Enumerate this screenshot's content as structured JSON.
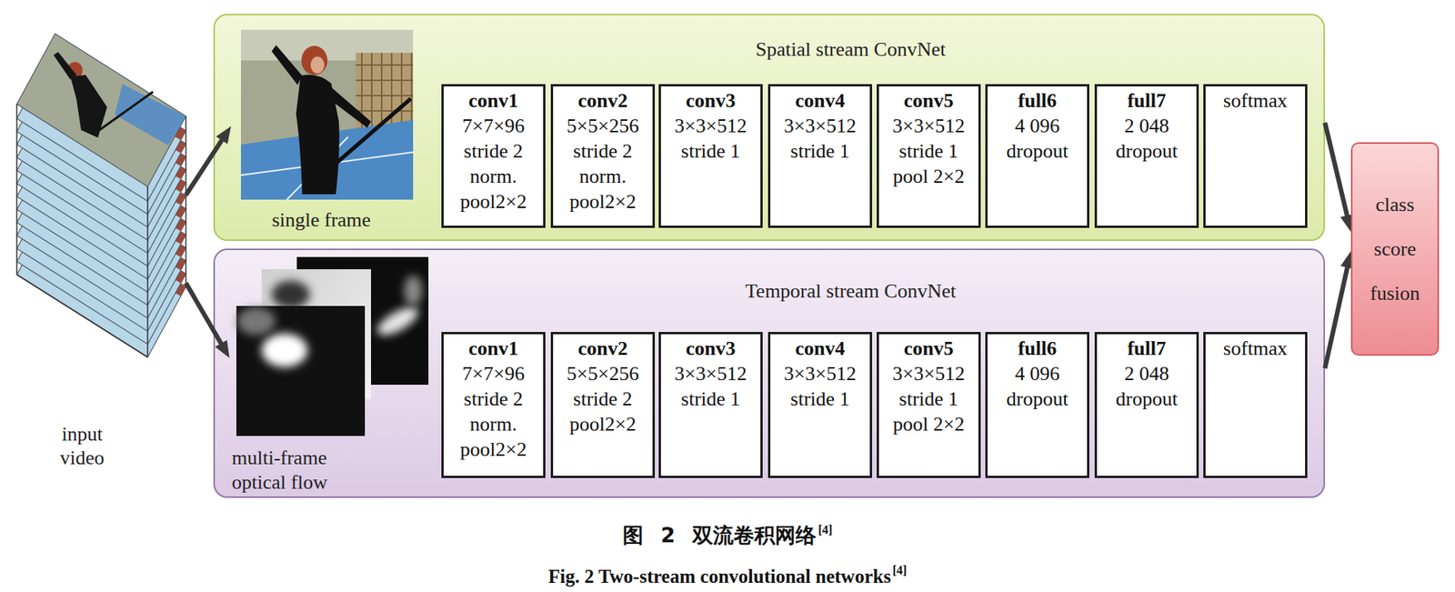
{
  "diagram": {
    "caption": "图 2 双流卷积网络",
    "nodes": [
      {
        "text": [
          "Spatial stream ConvNet"
        ]
      },
      {
        "text": [
          "conv1",
          "7×7×96 stride 2 norm. pool2×2"
        ],
        "in": 0
      },
      {
        "text": [
          "conv2",
          "5×5×256 stride 2 norm. pool2×2"
        ],
        "in": 0
      },
      {
        "text": [
          "conv3",
          "3×3×512 stride 1"
        ],
        "in": 0
      },
      {
        "text": [
          "conv4",
          "3×3×512 stride 1"
        ],
        "in": 0
      },
      {
        "text": [
          "conv5",
          "3×3×512 stride 1 pool 2×2"
        ],
        "in": 0
      },
      {
        "text": [
          "full6",
          "4 096 dropout"
        ],
        "in": 0
      },
      {
        "text": [
          "full7",
          "2 048 dropout"
        ],
        "in": 0
      },
      {
        "text": [
          "softmax"
        ],
        "in": 0
      },
      {
        "text": [
          "Temporal stream ConvNet"
        ]
      },
      {
        "text": [
          "conv1",
          "7×7×96 stride 2 norm. pool2×2"
        ],
        "in": 9
      },
      {
        "text": [
          "conv2",
          "5×5×256 stride 2 pool2×2"
        ],
        "in": 9
      },
      {
        "text": [
          "conv3",
          "3×3×512 stride 1"
        ],
        "in": 9
      },
      {
        "text": [
          "conv4",
          "3×3×512 stride 1"
        ],
        "in": 9
      },
      {
        "text": [
          "conv5",
          "3×3×512 stride 1 pool 2×2"
        ],
        "in": 9
      },
      {
        "text": [
          "full6",
          "4 096 dropout"
        ],
        "in": 9
      },
      {
        "text": [
          "full7",
          "2 048 dropout"
        ],
        "in": 9
      },
      {
        "text": [
          "softmax"
        ],
        "in": 9
      },
      {
        "text": [
          "class score fusion"
        ]
      }
    ],
    "edges": [
      {
        "from": 0,
        "to": 18,
        "arrow": "to"
      },
      {
        "from": 9,
        "to": 18,
        "arrow": "to"
      }
    ],
    "labels": [
      "single frame",
      "multi-frame optical flow",
      "input video",
      "Fig. 2 Two-stream convolutional networks",
      "[4]",
      "[4]"
    ]
  }
}
